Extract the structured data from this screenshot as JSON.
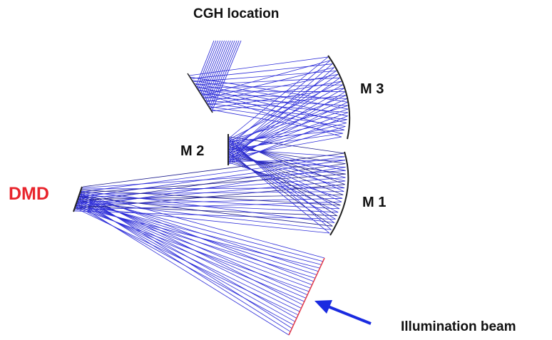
{
  "labels": {
    "cgh": "CGH location",
    "m3": "M 3",
    "m2": "M 2",
    "m1": "M 1",
    "dmd": "DMD",
    "illumination": "Illumination beam"
  },
  "colors": {
    "ray": "#2b2bd8",
    "ray_dark": "#1a1a8c",
    "mirror": "#222222",
    "illumination_plane": "#e23a4a",
    "arrow": "#1a2be0",
    "dmd_label": "#e8242c",
    "text": "#111111"
  }
}
